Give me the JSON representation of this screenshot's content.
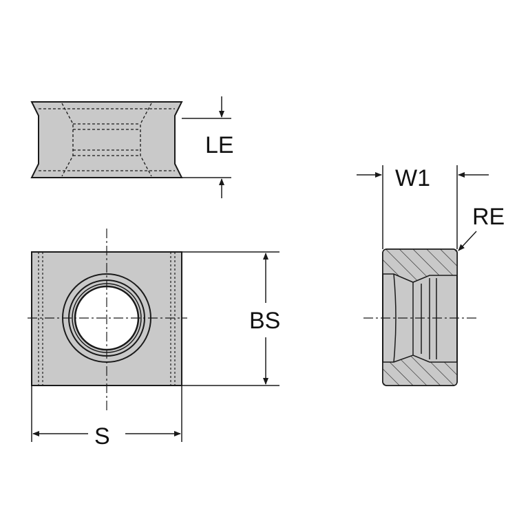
{
  "labels": {
    "le": "LE",
    "bs": "BS",
    "s": "S",
    "w1": "W1",
    "re": "RE"
  },
  "colors": {
    "fill": "#c9c9c9",
    "line": "#1a1a1a",
    "background": "#ffffff"
  }
}
